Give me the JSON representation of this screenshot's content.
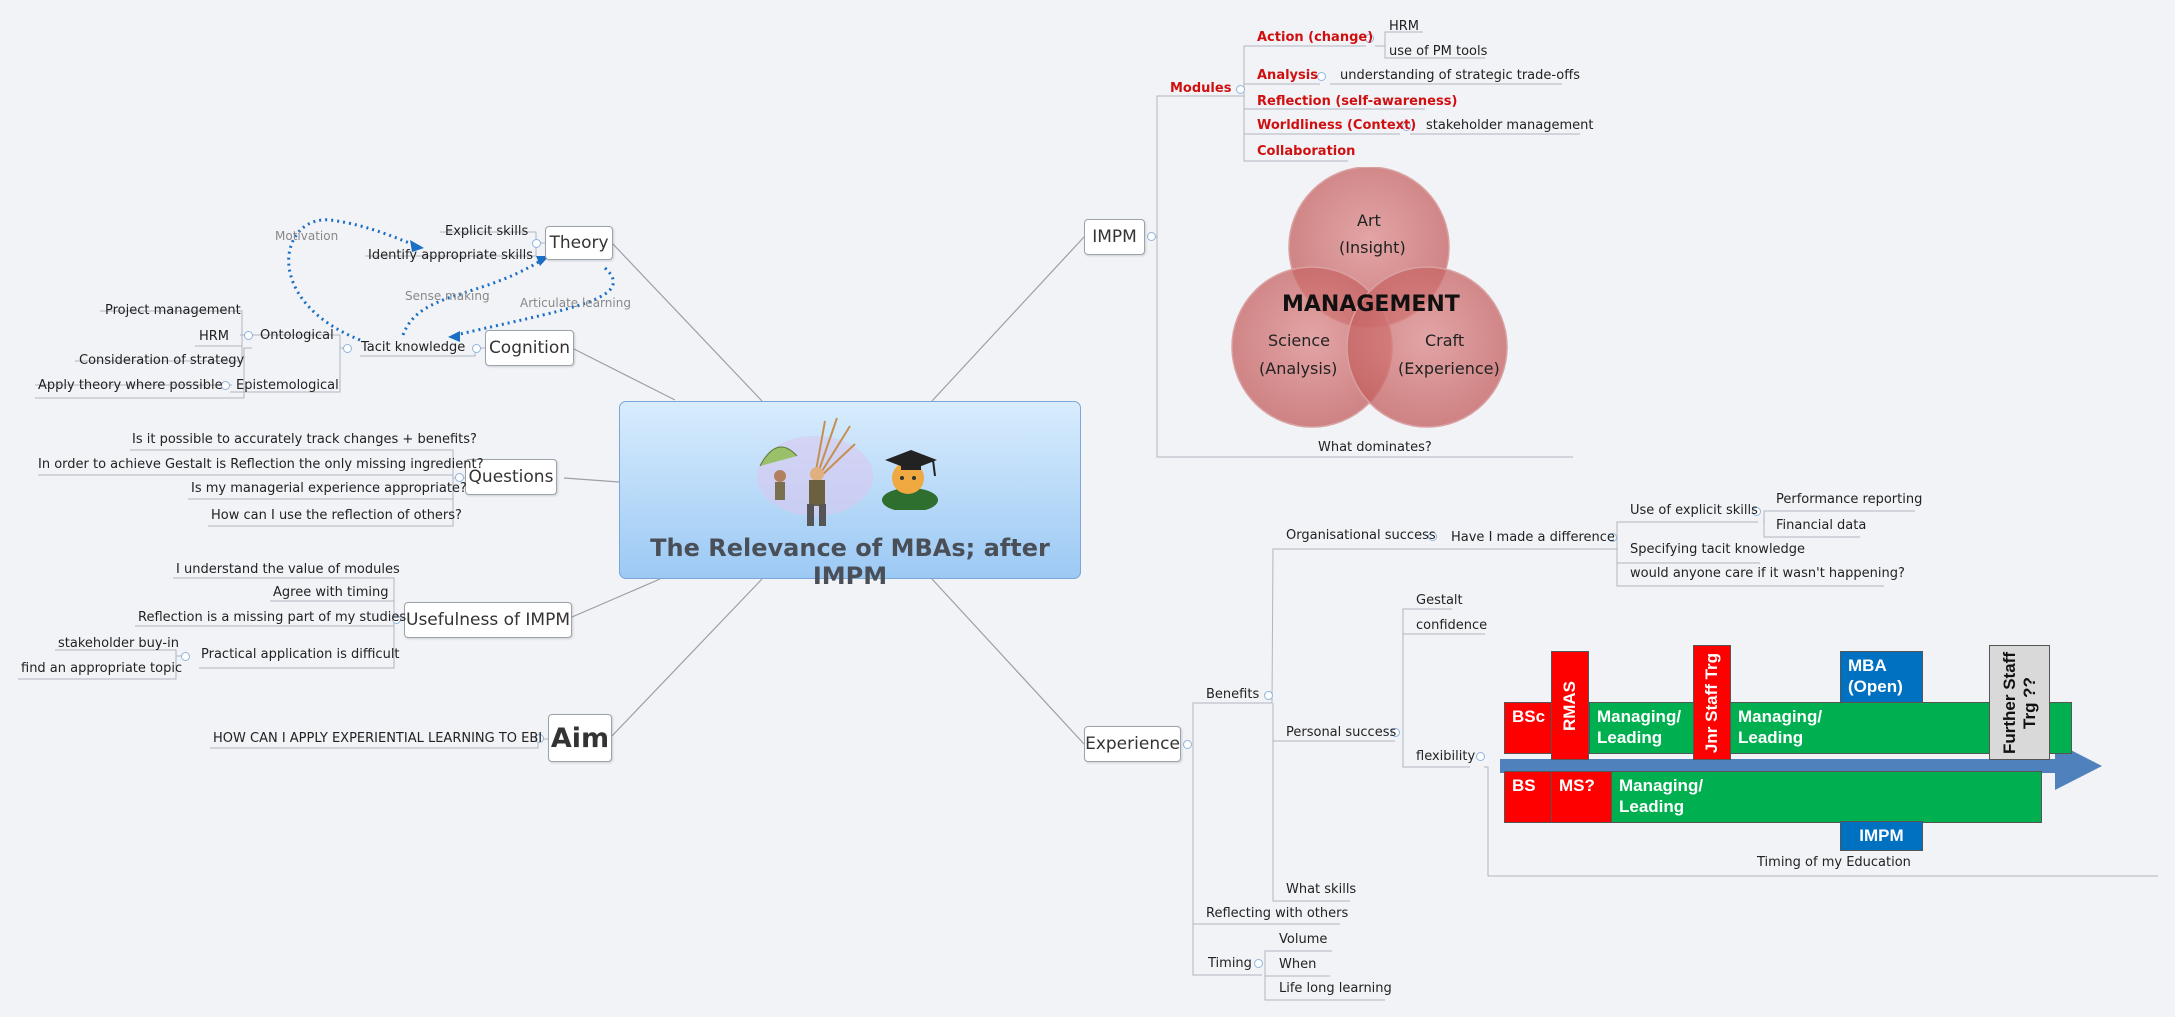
{
  "central": {
    "title": "The Relevance of MBAs; after IMPM"
  },
  "topics": {
    "theory": "Theory",
    "cognition": "Cognition",
    "questions": "Questions",
    "usefulness": "Usefulness of IMPM",
    "aim": "Aim",
    "impm": "IMPM",
    "experience": "Experience"
  },
  "theory": {
    "items": [
      "Explicit skills",
      "Identify appropriate skills"
    ]
  },
  "relationships": {
    "motivation": "Motivation",
    "sense_making": "Sense making",
    "articulate": "Articulate learning"
  },
  "cognition": {
    "tacit": "Tacit knowledge",
    "ontological": "Ontological",
    "epistemological": "Epistemological",
    "items": [
      "Project management",
      "HRM",
      "Consideration of strategy",
      "Apply theory where possible"
    ]
  },
  "questions": {
    "items": [
      "Is it possible to accurately track changes + benefits?",
      "In order to achieve Gestalt is Reflection the only missing ingredient?",
      "Is my managerial experience appropriate?",
      "How can I use the reflection of others?"
    ]
  },
  "usefulness": {
    "items": [
      "I understand the value of modules",
      "Agree with timing",
      "Reflection is a missing part of my studies"
    ],
    "practical": "Practical application is difficult",
    "practical_items": [
      "stakeholder buy-in",
      "find an appropriate topic"
    ]
  },
  "aim": {
    "item": "HOW CAN I APPLY EXPERIENTIAL LEARNING TO EBI"
  },
  "impm": {
    "modules": "Modules",
    "action": "Action (change)",
    "action_items": [
      "HRM",
      "use of PM tools"
    ],
    "analysis": "Analysis",
    "analysis_item": "understanding of strategic trade-offs",
    "reflection": "Reflection (self-awareness)",
    "worldliness": "Worldliness (Context)",
    "worldliness_item": "stakeholder management",
    "collaboration": "Collaboration",
    "what_dominates": "What dominates?"
  },
  "venn": {
    "title": "MANAGEMENT",
    "art": [
      "Art",
      "(Insight)"
    ],
    "science": [
      "Science",
      "(Analysis)"
    ],
    "craft": [
      "Craft",
      "(Experience)"
    ]
  },
  "experience": {
    "benefits": "Benefits",
    "org_success": "Organisational success",
    "made_difference": "Have I made a difference",
    "explicit_skills": "Use of explicit skills",
    "explicit_items": [
      "Performance reporting",
      "Financial data"
    ],
    "specifying": "Specifying tacit knowledge",
    "care": "would anyone care if it wasn't happening?",
    "personal_success": "Personal success",
    "gestalt": "Gestalt",
    "confidence": "confidence",
    "flexibility": "flexibility",
    "timing_of_education": "Timing of my Education",
    "what_skills": "What skills",
    "reflecting": "Reflecting with others",
    "timing": "Timing",
    "timing_items": [
      "Volume",
      "When",
      "Life long learning"
    ]
  },
  "timeline": {
    "top": {
      "bsc": "BSc",
      "rmas": "RMAS",
      "managing1": [
        "Managing/",
        "Leading"
      ],
      "jnr": "Jnr Staff Trg",
      "managing2": [
        "Managing/",
        "Leading"
      ],
      "mba": [
        "MBA",
        "(Open)"
      ],
      "further": [
        "Further Staff",
        "Trg ??"
      ]
    },
    "bottom": {
      "bs": "BS",
      "ms": "MS?",
      "managing": [
        "Managing/",
        "Leading"
      ],
      "impm": "IMPM"
    },
    "colors": {
      "red": "#ff0000",
      "green": "#00b050",
      "blue": "#0070c0",
      "grey": "#d9d9d9",
      "arrow": "#4f81bd"
    }
  }
}
